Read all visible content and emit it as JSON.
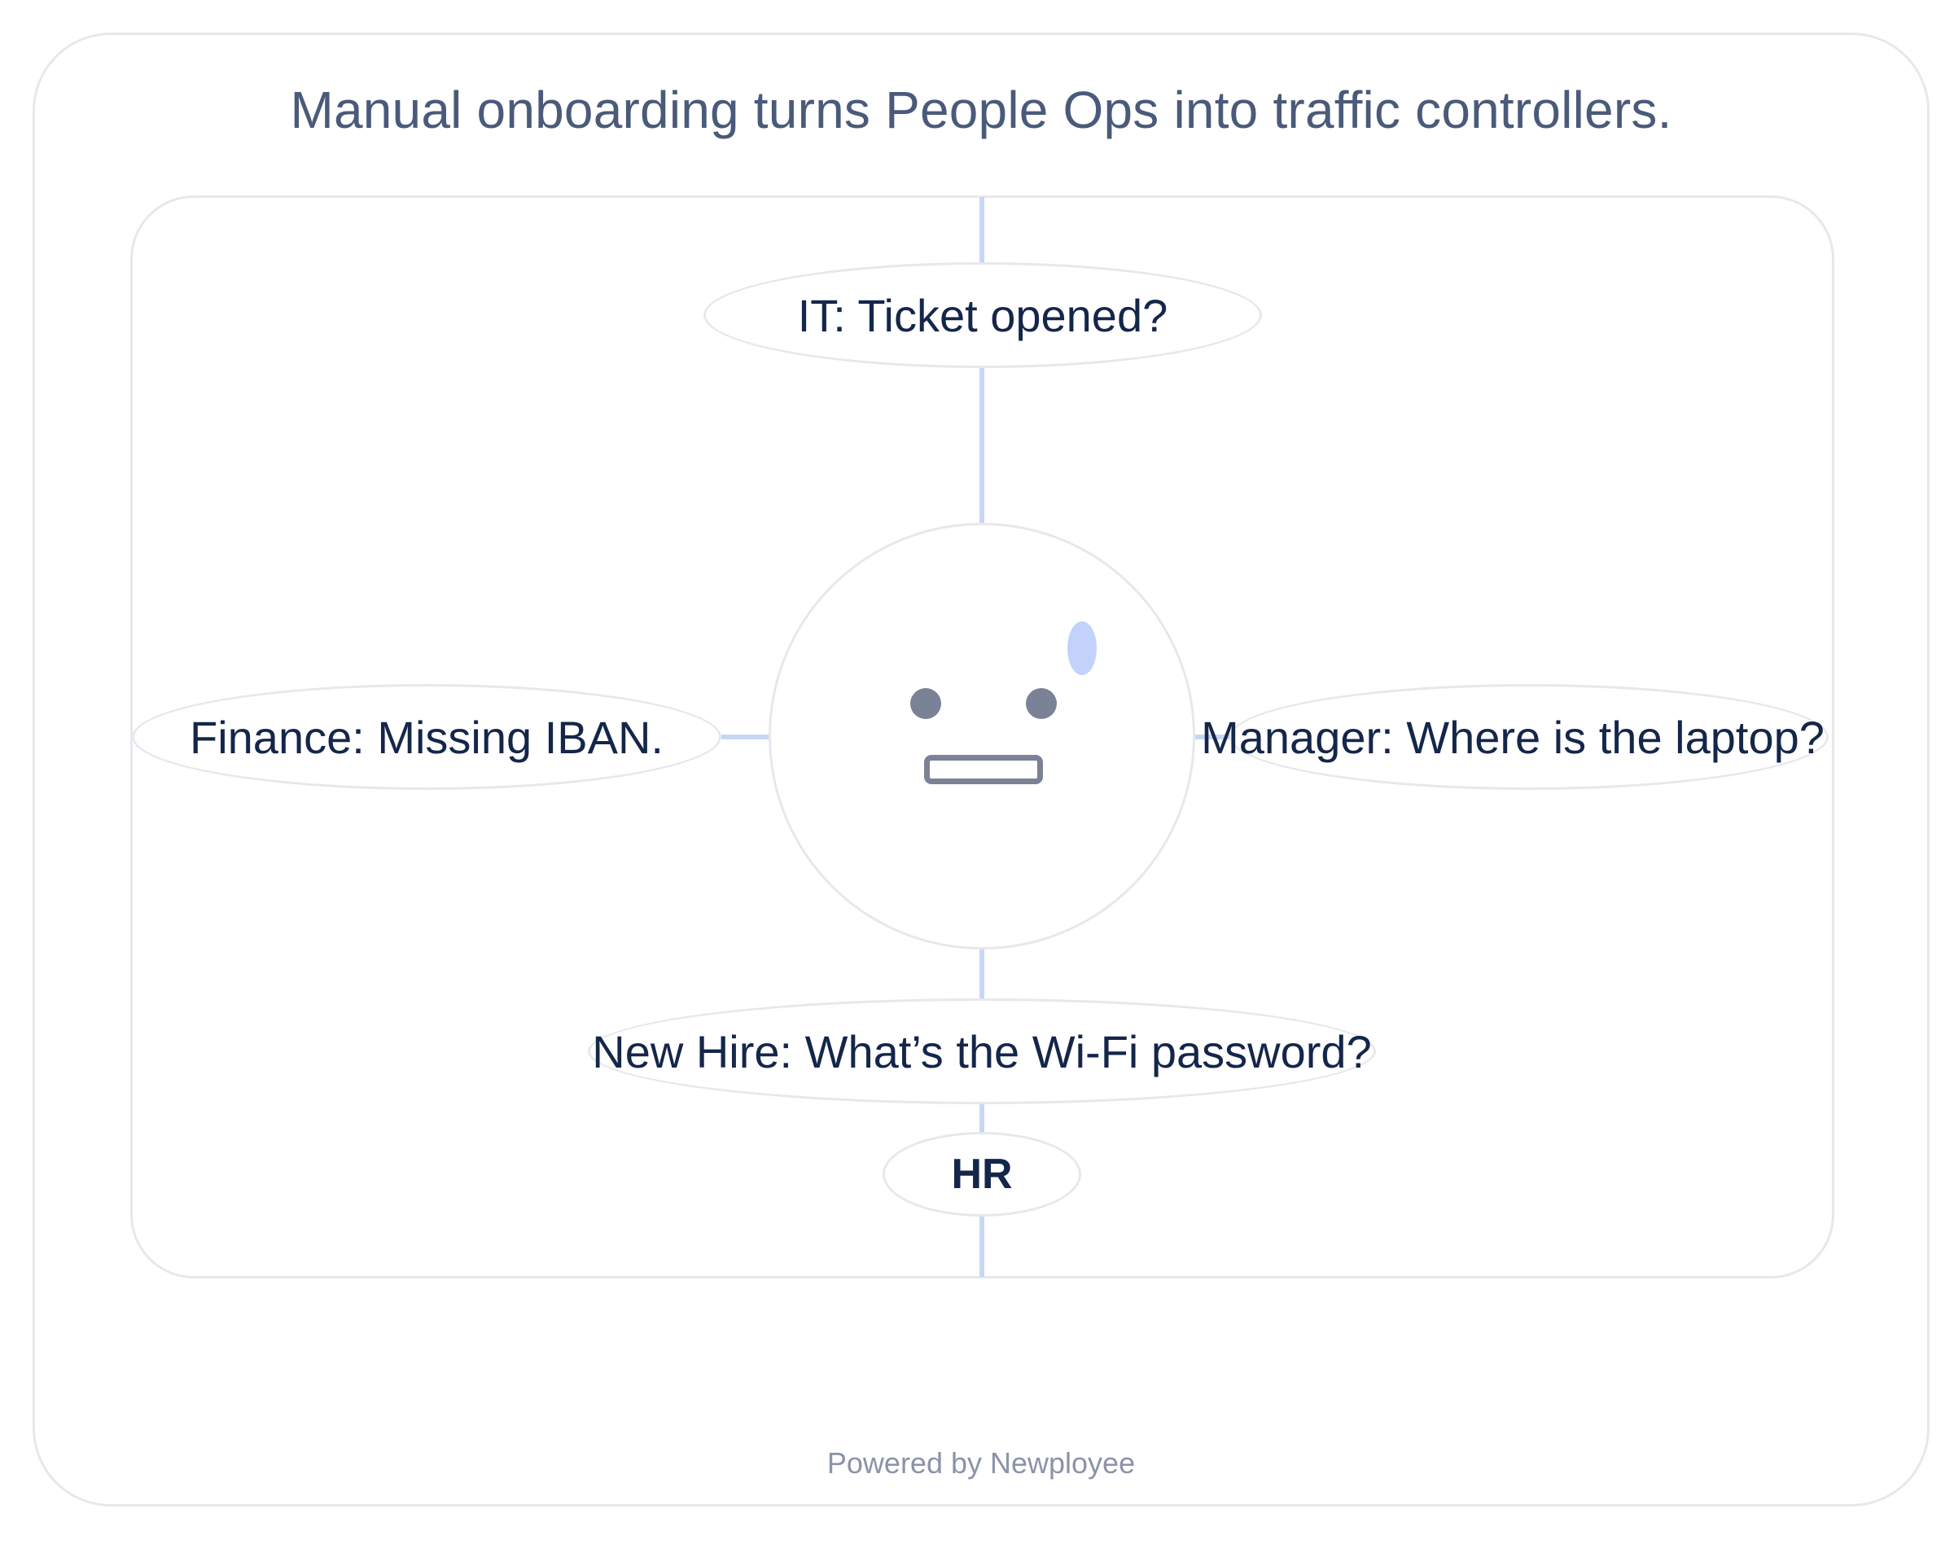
{
  "title": "Manual onboarding turns People Ops into traffic controllers.",
  "bubbles": {
    "it": "IT: Ticket opened?",
    "finance": "Finance: Missing IBAN.",
    "manager": "Manager: Where is the laptop?",
    "new_hire": "New Hire: What’s the Wi-Fi password?",
    "hr": "HR"
  },
  "footer": "Powered by Newployee",
  "colors": {
    "title": "#4a5a7a",
    "text": "#14264a",
    "connector": "#c8d6f5",
    "border": "#e6e8ec",
    "face_features": "#7b8295",
    "sweat_drop": "#c2d2fb",
    "footer": "#8a93a8"
  }
}
